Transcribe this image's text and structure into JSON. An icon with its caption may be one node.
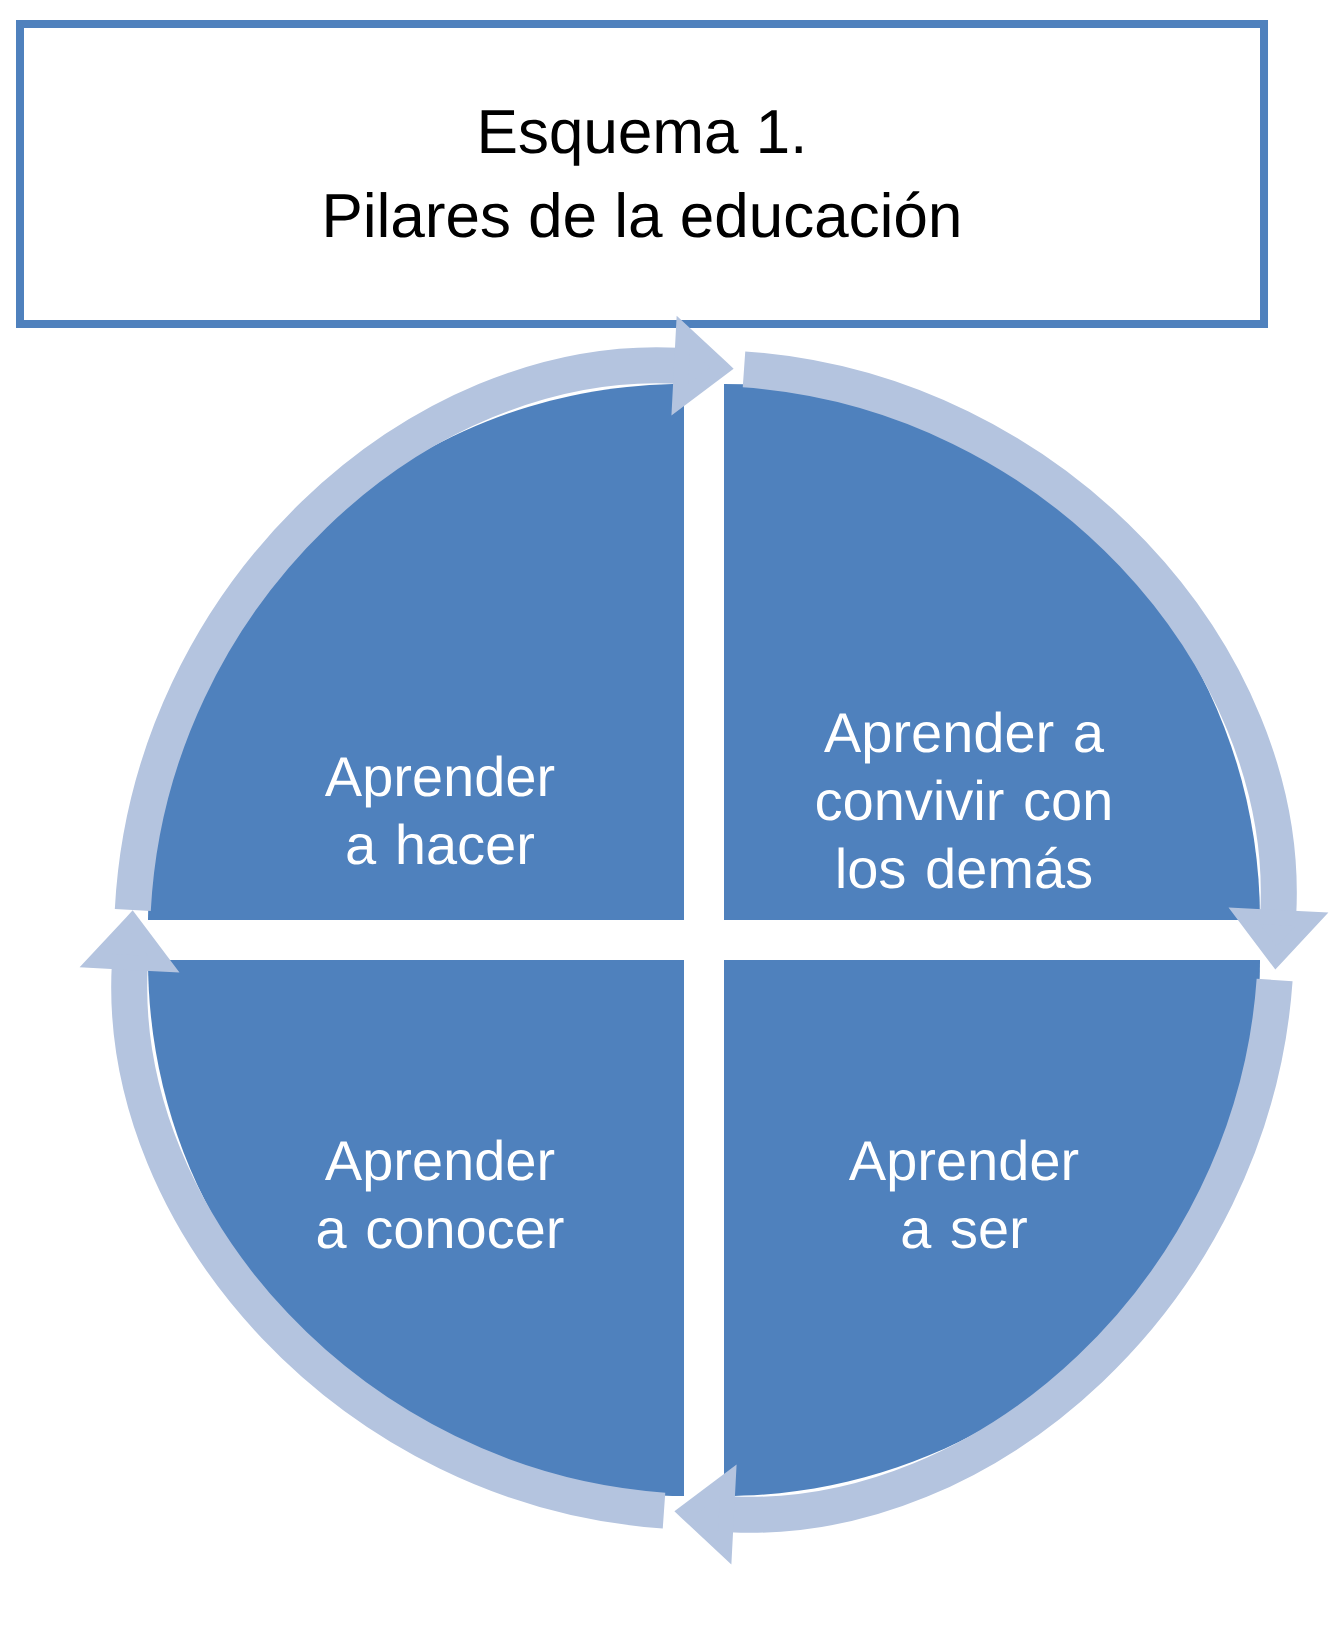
{
  "diagram": {
    "nodes": [
      {
        "text": [
          "Esquema 1.",
          "Pilares de la educación"
        ]
      },
      {
        "text": [
          "Aprender a hacer"
        ]
      },
      {
        "text": [
          "Aprender a convivir con los demás"
        ]
      },
      {
        "text": [
          "Aprender a conocer"
        ]
      },
      {
        "text": [
          "Aprender a ser"
        ]
      }
    ],
    "edges": [
      {
        "from": 1,
        "to": 2,
        "arrow": "to"
      },
      {
        "from": 2,
        "to": 4,
        "arrow": "to"
      },
      {
        "from": 4,
        "to": 3,
        "arrow": "to"
      },
      {
        "from": 3,
        "to": 1,
        "arrow": "to"
      }
    ]
  }
}
